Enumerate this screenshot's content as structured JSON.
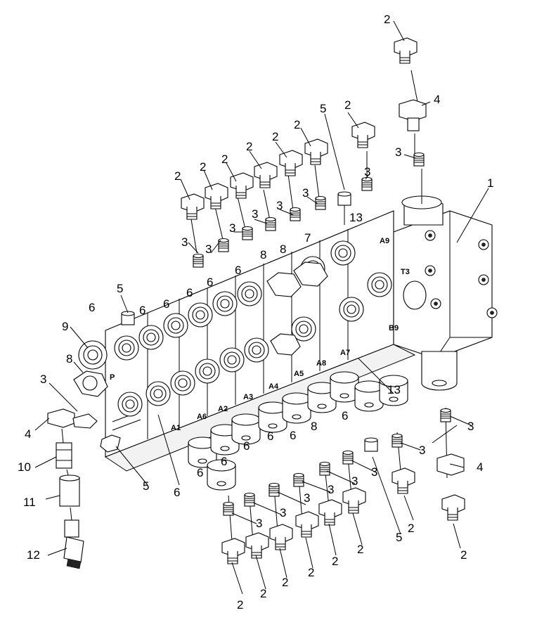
{
  "diagram": {
    "callouts": [
      "1",
      "2",
      "3",
      "4",
      "5",
      "6",
      "7",
      "8",
      "9",
      "10",
      "11",
      "12",
      "13"
    ],
    "port_labels": [
      "P",
      "T3",
      "B9",
      "A9",
      "A1",
      "A2",
      "A3",
      "A4",
      "A5",
      "A6",
      "A7",
      "A8"
    ]
  }
}
